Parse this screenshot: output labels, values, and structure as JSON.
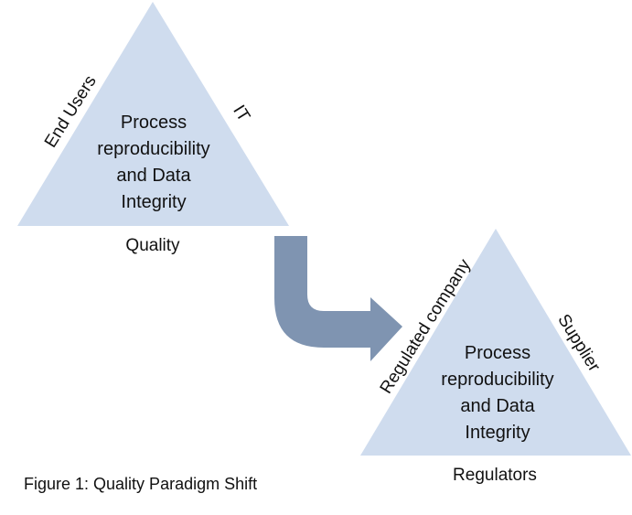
{
  "figure": {
    "caption": "Figure 1: Quality Paradigm Shift",
    "before": {
      "center_lines": [
        "Process",
        "reproducibility",
        "and Data",
        "Integrity"
      ],
      "left_side": "End Users",
      "right_side": "IT",
      "base": "Quality"
    },
    "after": {
      "center_lines": [
        "Process",
        "reproducibility",
        "and Data",
        "Integrity"
      ],
      "left_side": "Regulated company",
      "right_side": "Supplier",
      "base": "Regulators"
    }
  },
  "colors": {
    "triangle_fill": "#cfdcee",
    "arrow_fill": "#7f94b1",
    "text": "#111111"
  }
}
